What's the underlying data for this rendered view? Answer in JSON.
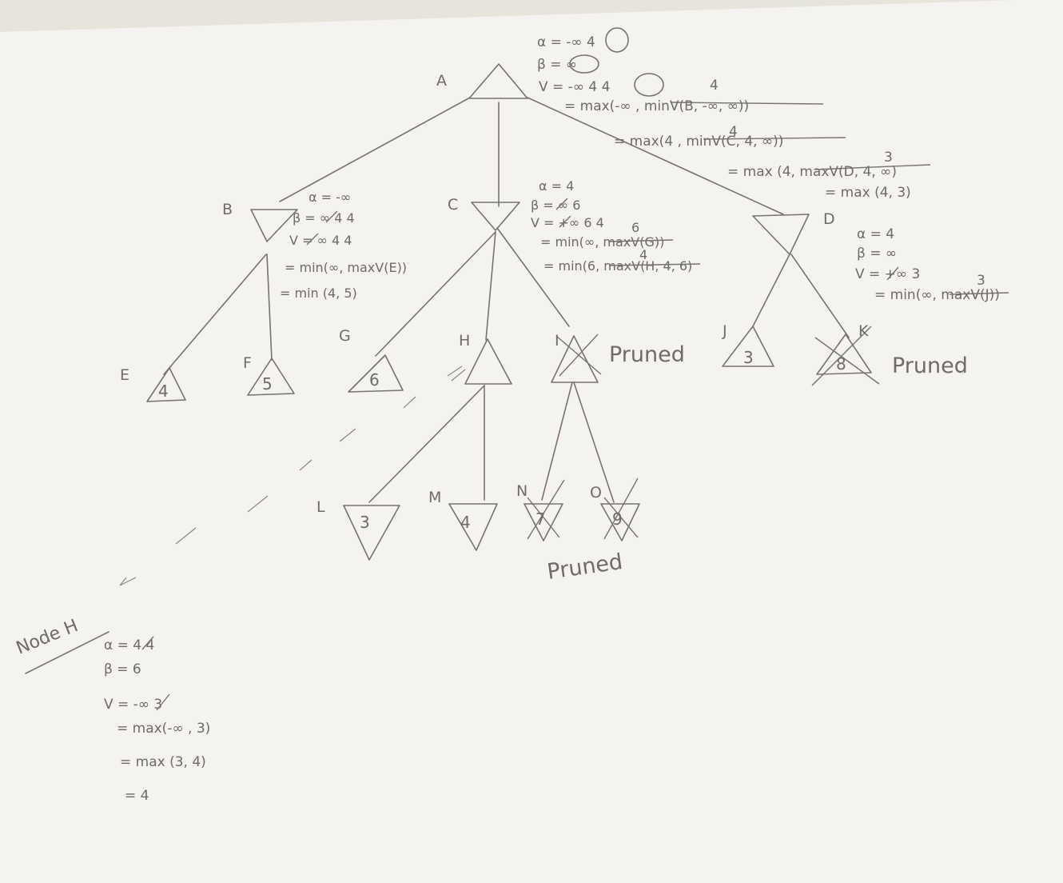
{
  "nodes": {
    "A": {
      "label": "A"
    },
    "B": {
      "label": "B"
    },
    "C": {
      "label": "C"
    },
    "D": {
      "label": "D"
    },
    "E": {
      "label": "E",
      "value": "4"
    },
    "F": {
      "label": "F",
      "value": "5"
    },
    "G": {
      "label": "G",
      "value": "6"
    },
    "H": {
      "label": "H"
    },
    "I": {
      "label": "I",
      "value": "Pruned"
    },
    "J": {
      "label": "J",
      "value": "3"
    },
    "K": {
      "label": "K",
      "value": "8",
      "status": "Pruned"
    },
    "L": {
      "label": "L",
      "value": "3"
    },
    "M": {
      "label": "M",
      "value": "4"
    },
    "N": {
      "label": "N",
      "value": "7"
    },
    "O": {
      "label": "O",
      "value": "9"
    }
  },
  "pruned_labels": {
    "I": "Pruned",
    "K": "Pruned",
    "NO": "Pruned"
  },
  "notes": {
    "A": {
      "alpha": "α = -∞ 4",
      "beta": "β = ∞",
      "v": "V = -∞ 4 4",
      "l1_num": "4",
      "l1": "= max(-∞ , minV(B, -∞, ∞))",
      "l2_num": "4",
      "l2": "= max(4 , minV(C, 4, ∞))",
      "l3_num": "3",
      "l3": "= max (4, maxV(D, 4, ∞)",
      "l4": "= max (4, 3)"
    },
    "B": {
      "alpha": "α = -∞",
      "beta": "β = ∞ 4 4",
      "v": "V = ∞ 4 4",
      "l1": "= min(∞, maxV(E))",
      "l2": "= min (4, 5)"
    },
    "C": {
      "alpha": "α = 4",
      "beta": "β = ∞ 6",
      "v": "V = +∞ 6 4",
      "l1_num": "6",
      "l1": "= min(∞, maxV(G))",
      "l2_num": "4",
      "l2": "= min(6, maxV(H, 4, 6)"
    },
    "D": {
      "alpha": "α = 4",
      "beta": "β = ∞",
      "v": "V = +∞ 3",
      "l1_num": "3",
      "l1": "= min(∞, maxV(J))"
    },
    "H": {
      "title": "Node H",
      "alpha": "α = 4 4",
      "beta": "β = 6",
      "v": "V = -∞ 3",
      "l1": "= max(-∞ , 3)",
      "l2": "= max (3, 4)",
      "l3": "= 4"
    }
  }
}
